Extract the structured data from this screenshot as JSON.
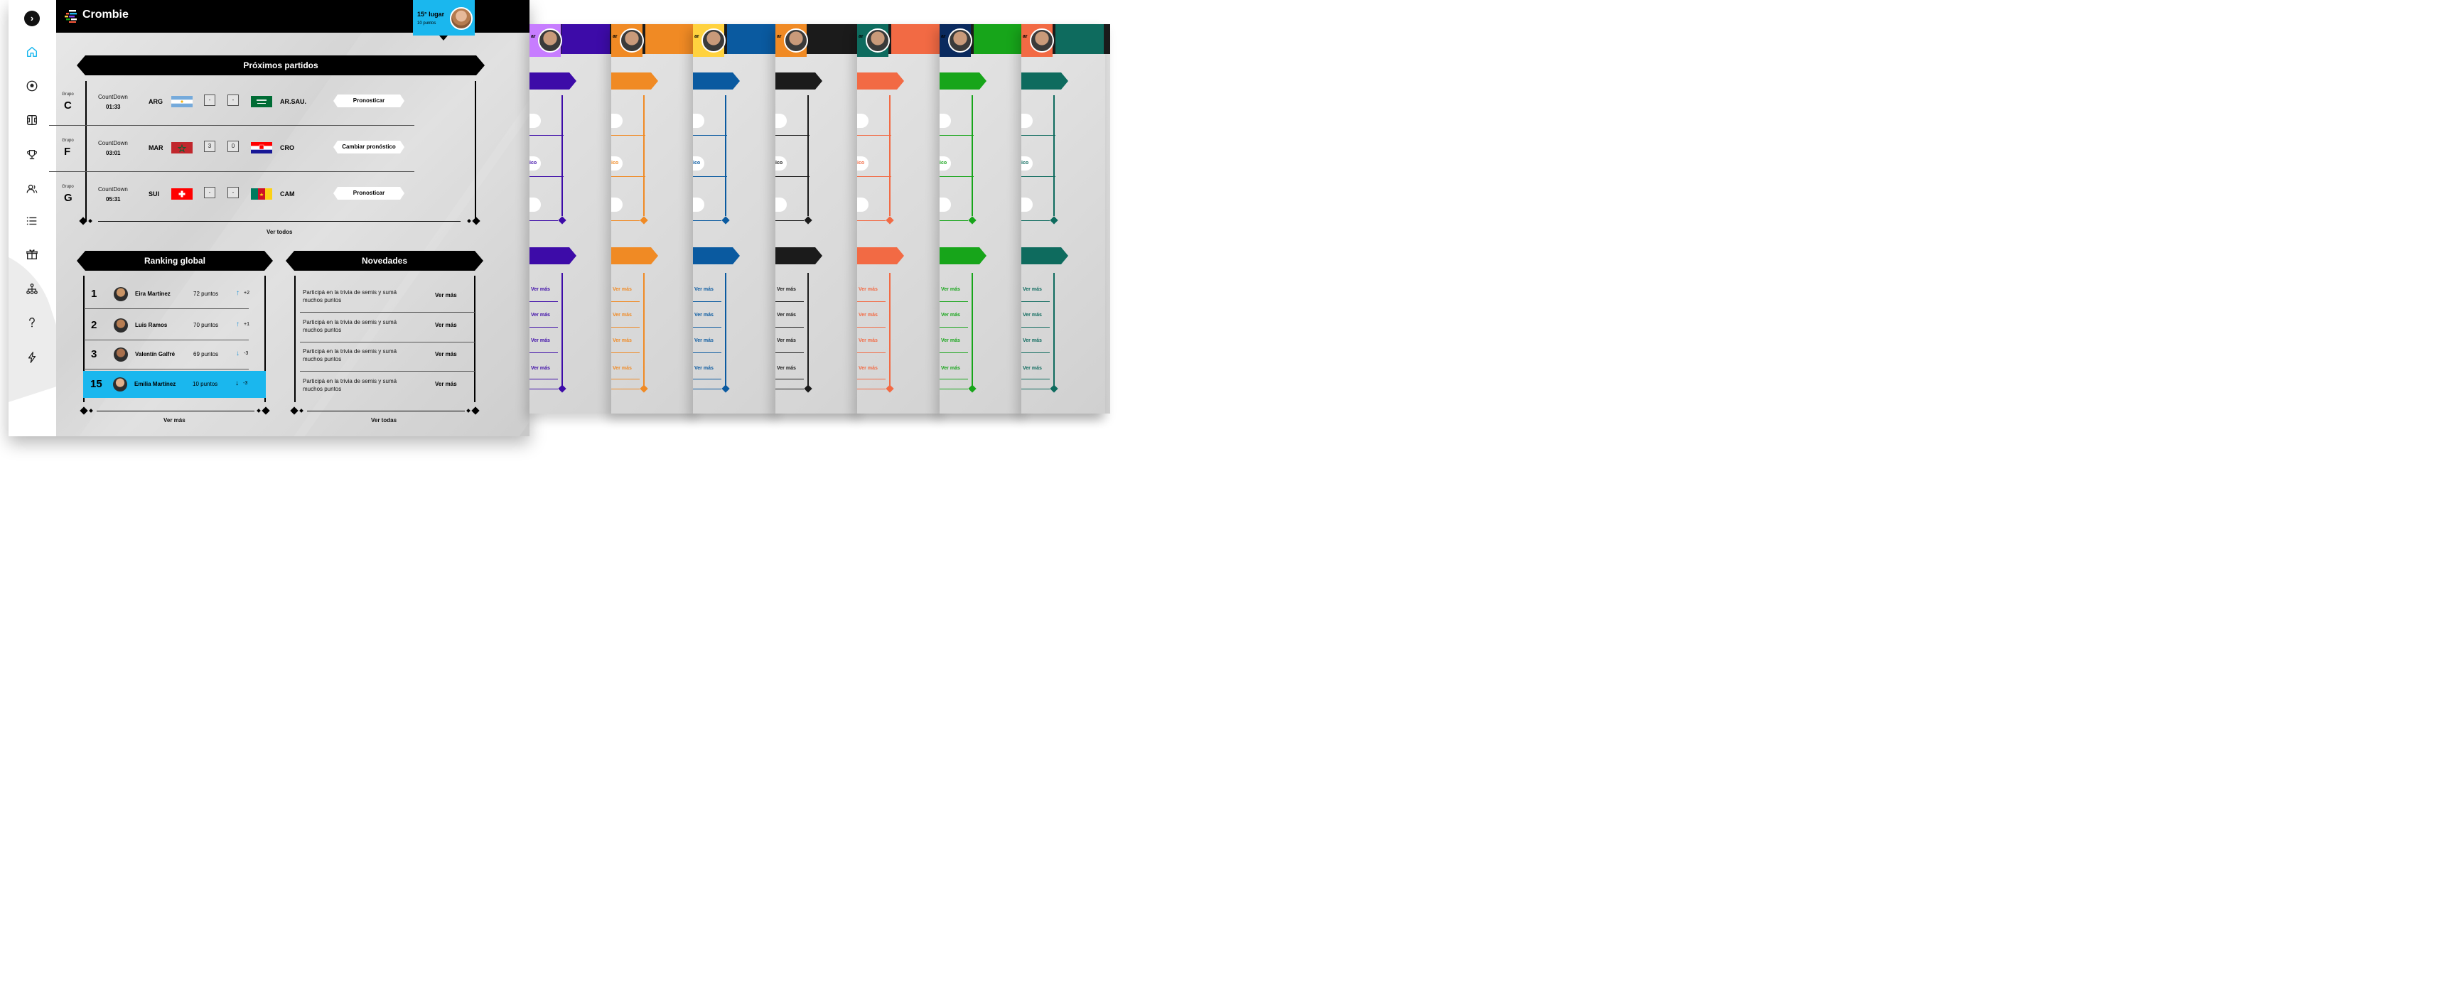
{
  "app": {
    "name": "Crombie"
  },
  "user_badge": {
    "place": "15° lugar",
    "points": "10 puntos"
  },
  "sidebar": {
    "toggle_icon": "chevron-right-icon",
    "items": [
      {
        "icon": "home-icon"
      },
      {
        "icon": "soccer-ball-icon"
      },
      {
        "icon": "stadium-icon"
      },
      {
        "icon": "trophy-icon"
      },
      {
        "icon": "users-icon"
      },
      {
        "icon": "list-icon"
      },
      {
        "icon": "gift-icon"
      },
      {
        "icon": "org-chart-icon"
      },
      {
        "icon": "help-icon"
      },
      {
        "icon": "bolt-icon"
      }
    ]
  },
  "matches": {
    "title": "Próximos partidos",
    "see_all": "Ver todos",
    "group_label": "Grupo",
    "countdown_label": "CountDown",
    "items": [
      {
        "group": "C",
        "time": "01:33",
        "team1": "ARG",
        "flag1": "argentina",
        "score1": "-",
        "score2": "-",
        "team2": "AR.SAU.",
        "flag2": "saudi-arabia",
        "action": "Pronosticar"
      },
      {
        "group": "F",
        "time": "03:01",
        "team1": "MAR",
        "flag1": "morocco",
        "score1": "3",
        "score2": "0",
        "team2": "CRO",
        "flag2": "croatia",
        "action": "Cambiar pronóstico"
      },
      {
        "group": "G",
        "time": "05:31",
        "team1": "SUI",
        "flag1": "switzerland",
        "score1": "-",
        "score2": "-",
        "team2": "CAM",
        "flag2": "cameroon",
        "action": "Pronosticar"
      }
    ]
  },
  "ranking": {
    "title": "Ranking global",
    "see_more": "Ver más",
    "rows": [
      {
        "pos": "1",
        "name": "Eira Martínez",
        "points": "72 puntos",
        "trend": "up",
        "delta": "+2"
      },
      {
        "pos": "2",
        "name": "Luis Ramos",
        "points": "70 puntos",
        "trend": "up",
        "delta": "+1"
      },
      {
        "pos": "3",
        "name": "Valentín Galfré",
        "points": "69 puntos",
        "trend": "down",
        "delta": "-3"
      },
      {
        "pos": "15",
        "name": "Emilia Martínez",
        "points": "10 puntos",
        "trend": "down",
        "delta": "-3",
        "highlight": true
      }
    ]
  },
  "news": {
    "title": "Novedades",
    "see_all": "Ver todas",
    "items": [
      {
        "text": "Participá en la trivia de semis y sumá muchos puntos",
        "more": "Ver más"
      },
      {
        "text": "Participá en la trivia de semis y sumá muchos puntos",
        "more": "Ver más"
      },
      {
        "text": "Participá en la trivia de semis y sumá muchos puntos",
        "more": "Ver más"
      },
      {
        "text": "Participá en la trivia de semis y sumá muchos puntos",
        "more": "Ver más"
      }
    ]
  },
  "background_screens": {
    "accent_colors": [
      "#c77dff",
      "#f08a24",
      "#ffd23f",
      "#f08a24",
      "#0e6b5e",
      "#0a2a5e",
      "#f26a44"
    ],
    "theme_colors": [
      "#3d0ba8",
      "#f08a24",
      "#0a5aa0",
      "#1b1b1b",
      "#f26a44",
      "#17a51a",
      "#0e6b5e"
    ],
    "header_accents": [
      "#3d0ba8",
      "#f08a24",
      "#0a5aa0",
      "#1b1b1b",
      "#f26a44",
      "#17a51a",
      "#0e6b5e"
    ],
    "pill_text": "ico",
    "link_text": "Ver más",
    "badge_text": "ar"
  },
  "colors": {
    "accent": "#1ab7ee",
    "dark": "#000000"
  }
}
